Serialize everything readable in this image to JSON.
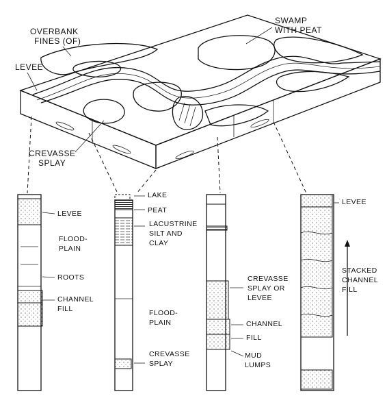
{
  "block_labels": {
    "overbank": [
      "OVERBANK",
      "FINES (OF)"
    ],
    "swamp": [
      "SWAMP",
      "WITH PEAT"
    ],
    "levee": "LEVEE",
    "crevasse": [
      "CREVASSE",
      "SPLAY"
    ]
  },
  "columns": [
    {
      "labels": [
        "LEVEE",
        "FLOOD-",
        "PLAIN",
        "ROOTS",
        "CHANNEL",
        "FILL"
      ]
    },
    {
      "labels": [
        "LAKE",
        "PEAT",
        "LACUSTRINE",
        "SILT AND",
        "CLAY",
        "FLOOD-",
        "PLAIN",
        "CREVASSE",
        "SPLAY"
      ]
    },
    {
      "labels": [
        "CREVASSE",
        "SPLAY OR",
        "LEVEE",
        "CHANNEL",
        "FILL",
        "MUD",
        "LUMPS"
      ]
    },
    {
      "labels": [
        "LEVEE",
        "STACKED",
        "CHANNEL",
        "FILL"
      ]
    }
  ]
}
